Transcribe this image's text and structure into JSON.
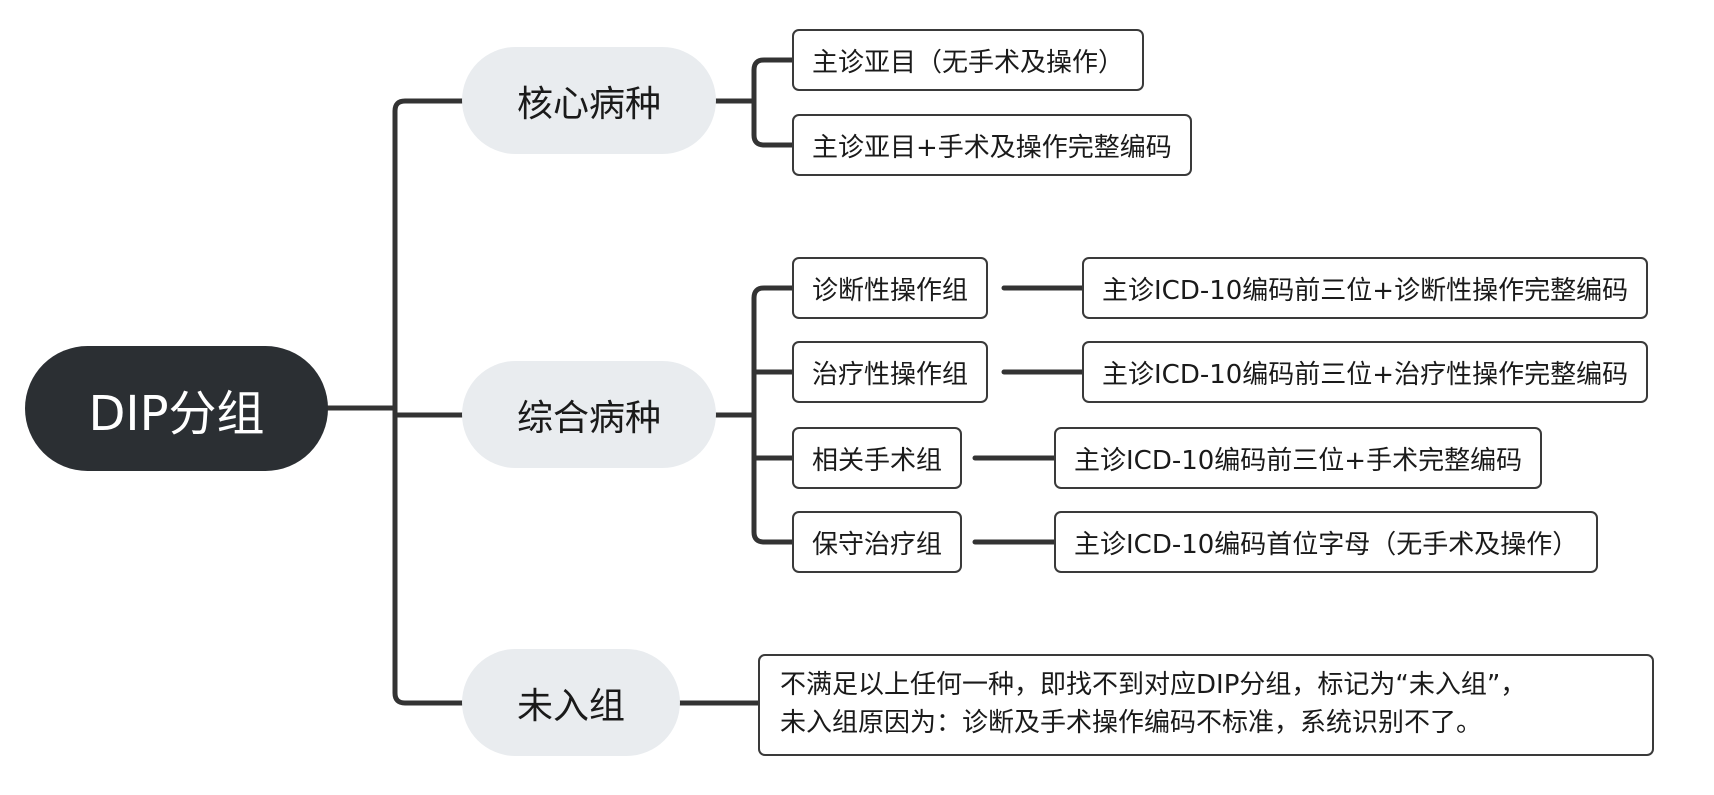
{
  "root": {
    "label": "DIP分组"
  },
  "branches": [
    {
      "label": "核心病种",
      "leaves": [
        "主诊亚目（无手术及操作）",
        "主诊亚目+手术及操作完整编码"
      ]
    },
    {
      "label": "综合病种",
      "groups": [
        {
          "label": "诊断性操作组",
          "rule": "主诊ICD-10编码前三位+诊断性操作完整编码"
        },
        {
          "label": "治疗性操作组",
          "rule": "主诊ICD-10编码前三位+治疗性操作完整编码"
        },
        {
          "label": "相关手术组",
          "rule": "主诊ICD-10编码前三位+手术完整编码"
        },
        {
          "label": "保守治疗组",
          "rule": "主诊ICD-10编码首位字母（无手术及操作）"
        }
      ]
    },
    {
      "label": "未入组",
      "note": [
        "不满足以上任何一种，即找不到对应DIP分组，标记为“未入组”，",
        "未入组原因为：诊断及手术操作编码不标准，系统识别不了。"
      ]
    }
  ],
  "colors": {
    "root_bg": "#2b2f33",
    "branch_bg": "#e9ecef",
    "line": "#333333",
    "border": "#3a3a3a"
  }
}
